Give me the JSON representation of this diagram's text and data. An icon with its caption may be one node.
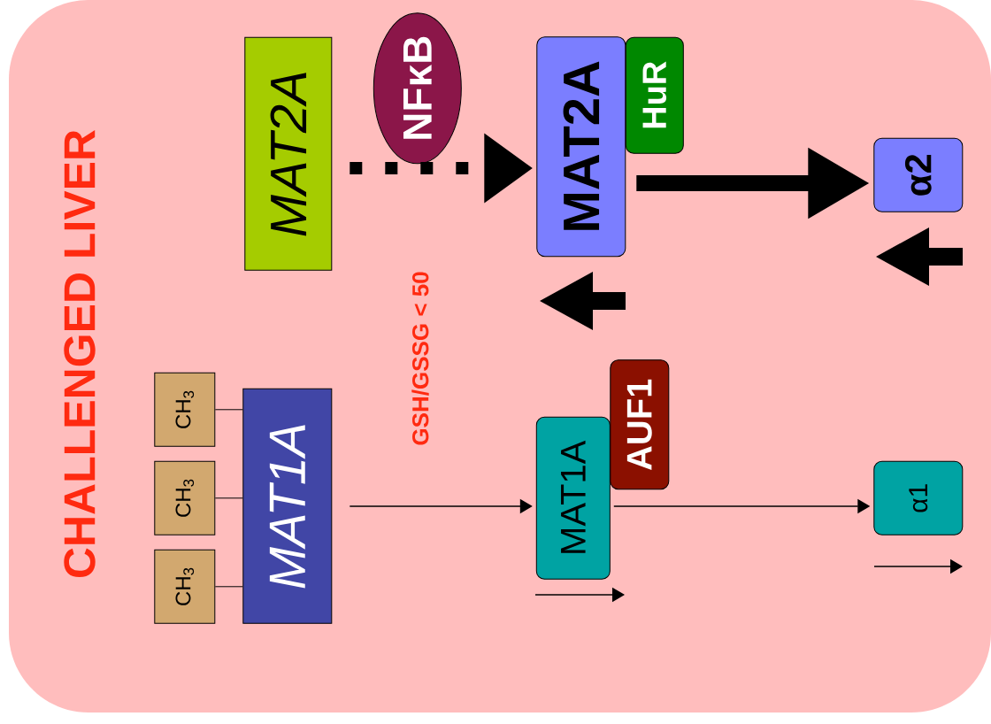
{
  "diagram": {
    "nodes": [
      {
        "text": [
          "CHALLENGED LIVER"
        ]
      },
      {
        "text": [
          "MAT2A"
        ],
        "in": 0
      },
      {
        "text": [
          "NFκB"
        ],
        "in": 0
      },
      {
        "text": [
          "MAT2A"
        ],
        "in": 0
      },
      {
        "text": [
          "HuR"
        ],
        "in": 0
      },
      {
        "text": [
          "α2"
        ],
        "in": 0
      },
      {
        "text": [
          "CH$_{3}$"
        ],
        "in": 0
      },
      {
        "text": [
          "CH$_{3}$"
        ],
        "in": 0
      },
      {
        "text": [
          "CH$_{3}$"
        ],
        "in": 0
      },
      {
        "text": [
          "MAT1A"
        ],
        "in": 0
      },
      {
        "text": [
          "MAT1A"
        ],
        "in": 0
      },
      {
        "text": [
          "AUF1"
        ],
        "in": 0
      },
      {
        "text": [
          "α1"
        ],
        "in": 0
      }
    ],
    "edges": [
      {
        "from": 1,
        "to": 3,
        "arrow": "to",
        "style": "dashed"
      },
      {
        "from": 3,
        "to": 5,
        "arrow": "to",
        "style": "thick"
      },
      {
        "from": 9,
        "to": 10,
        "arrow": "to"
      },
      {
        "from": 10,
        "to": 12,
        "arrow": "to"
      },
      {
        "from": 6,
        "to": 9,
        "arrow": "none"
      },
      {
        "from": 7,
        "to": 9,
        "arrow": "none"
      },
      {
        "from": 8,
        "to": 9,
        "arrow": "none"
      }
    ],
    "labels": [
      "GSH/GSSG < 50"
    ]
  }
}
